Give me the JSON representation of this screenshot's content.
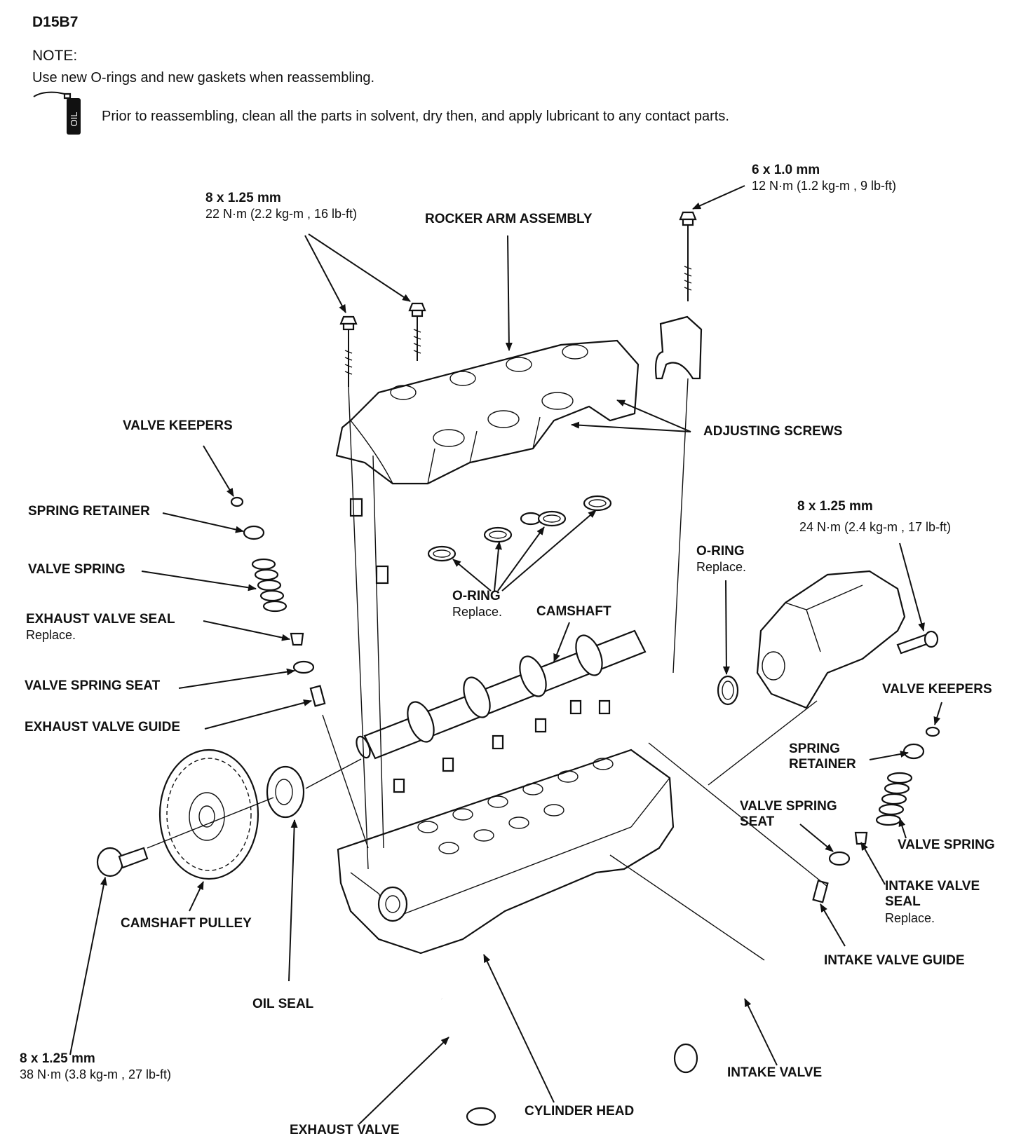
{
  "header": {
    "model": "D15B7",
    "note_heading": "NOTE:",
    "note_text": "Use new O-rings and new gaskets when reassembling.",
    "lubricant_icon_label": "OIL",
    "lubricant_text": "Prior to reassembling, clean all the parts in solvent, dry then, and apply lubricant to any contact parts."
  },
  "labels": {
    "rocker_bolt_size": "8 x 1.25 mm",
    "rocker_bolt_torque": "22 N·m (2.2 kg-m , 16 lb-ft)",
    "rocker_arm_assembly": "ROCKER ARM ASSEMBLY",
    "cap_bolt_size": "6 x 1.0 mm",
    "cap_bolt_torque": "12 N·m (1.2 kg-m , 9 lb-ft)",
    "adjusting_screws": "ADJUSTING SCREWS",
    "valve_keepers_left": "VALVE KEEPERS",
    "spring_retainer_left": "SPRING RETAINER",
    "valve_spring_left": "VALVE SPRING",
    "exhaust_valve_seal": "EXHAUST VALVE SEAL",
    "exhaust_valve_seal_note": "Replace.",
    "valve_spring_seat_left": "VALVE SPRING SEAT",
    "exhaust_valve_guide": "EXHAUST VALVE GUIDE",
    "o_ring_center": "O-RING",
    "o_ring_center_note": "Replace.",
    "camshaft": "CAMSHAFT",
    "o_ring_right": "O-RING",
    "o_ring_right_note": "Replace.",
    "distributor_bolt_size": "8 x 1.25 mm",
    "distributor_bolt_torque": "24 N·m (2.4 kg-m , 17 lb-ft)",
    "valve_keepers_right": "VALVE KEEPERS",
    "spring_retainer_right_1": "SPRING",
    "spring_retainer_right_2": "RETAINER",
    "valve_spring_seat_right_1": "VALVE SPRING",
    "valve_spring_seat_right_2": "SEAT",
    "valve_spring_right": "VALVE SPRING",
    "intake_valve_seal_1": "INTAKE VALVE",
    "intake_valve_seal_2": "SEAL",
    "intake_valve_seal_note": "Replace.",
    "intake_valve_guide": "INTAKE VALVE GUIDE",
    "camshaft_pulley": "CAMSHAFT PULLEY",
    "oil_seal": "OIL SEAL",
    "pulley_bolt_size": "8 x 1.25 mm",
    "pulley_bolt_torque": "38 N·m (3.8 kg-m , 27 lb-ft)",
    "intake_valve": "INTAKE VALVE",
    "cylinder_head": "CYLINDER HEAD",
    "exhaust_valve": "EXHAUST VALVE"
  }
}
